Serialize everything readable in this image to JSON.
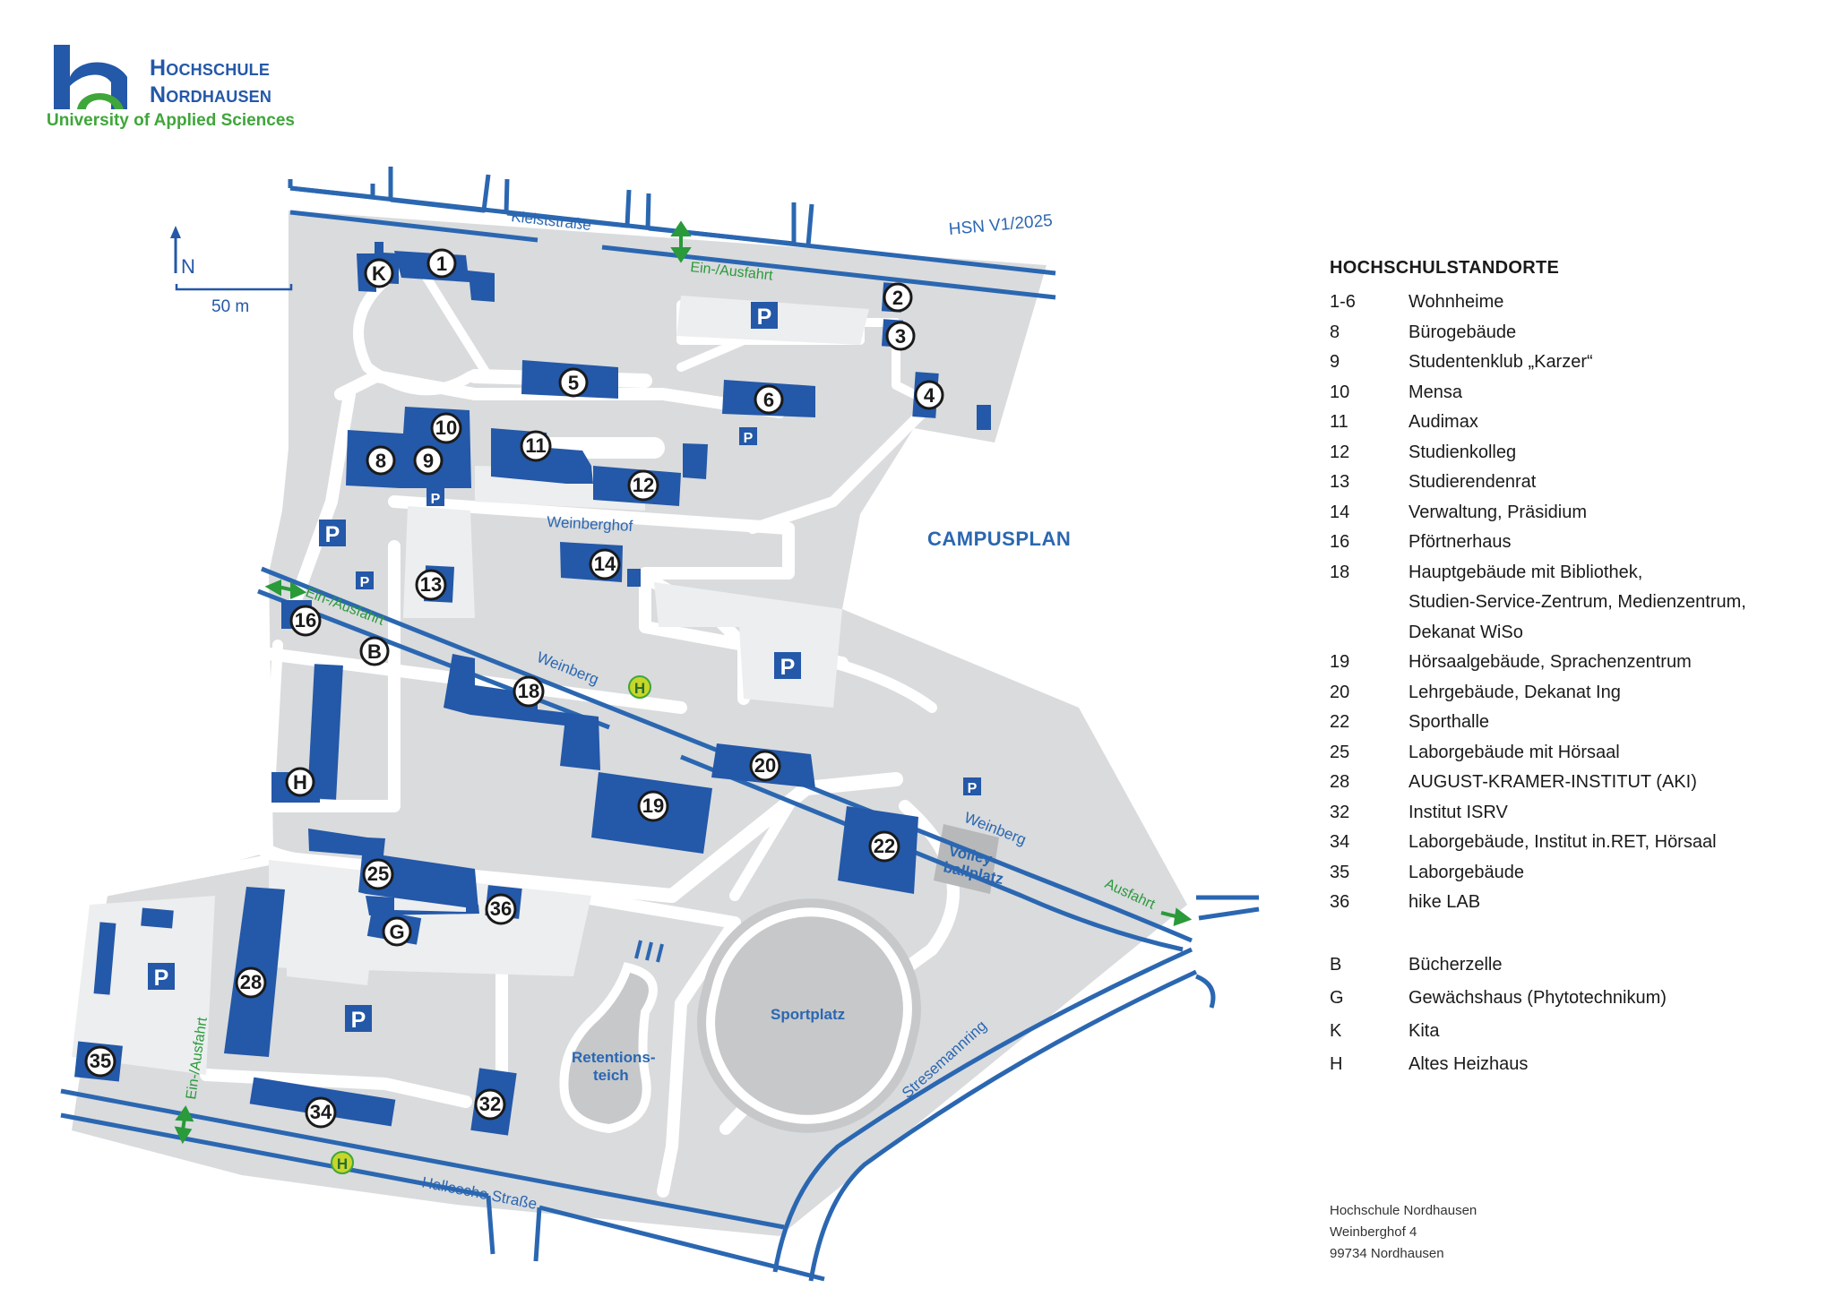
{
  "logo": {
    "line1": "Hochschule",
    "line2": "Nordhausen",
    "line3": "University of Applied Sciences",
    "colors": {
      "blue": "#2458a8",
      "green": "#3fa63a"
    }
  },
  "version": "HSN V1/2025",
  "campus_title": "CAMPUSPLAN",
  "north_label": "N",
  "scale_label": "50 m",
  "streets": {
    "kleiststrasse": "Kleiststraße",
    "weinberghof": "Weinberghof",
    "weinberg": "Weinberg",
    "hallesche": "Hallesche Straße",
    "stresemannring": "Stresemannring"
  },
  "access_labels": {
    "ein_ausfahrt": "Ein-/Ausfahrt",
    "ausfahrt": "Ausfahrt"
  },
  "areas": {
    "volleyball": [
      "Volley-",
      "ballplatz"
    ],
    "sportplatz": "Sportplatz",
    "retention": [
      "Retentions-",
      "teich"
    ]
  },
  "parking_symbol": "P",
  "bus_symbol": "H",
  "buildings": [
    {
      "id": "1"
    },
    {
      "id": "2"
    },
    {
      "id": "3"
    },
    {
      "id": "4"
    },
    {
      "id": "5"
    },
    {
      "id": "6"
    },
    {
      "id": "8"
    },
    {
      "id": "9"
    },
    {
      "id": "10"
    },
    {
      "id": "11"
    },
    {
      "id": "12"
    },
    {
      "id": "13"
    },
    {
      "id": "14"
    },
    {
      "id": "16"
    },
    {
      "id": "18"
    },
    {
      "id": "19"
    },
    {
      "id": "20"
    },
    {
      "id": "22"
    },
    {
      "id": "25"
    },
    {
      "id": "28"
    },
    {
      "id": "32"
    },
    {
      "id": "34"
    },
    {
      "id": "35"
    },
    {
      "id": "36"
    },
    {
      "id": "K"
    },
    {
      "id": "B"
    },
    {
      "id": "G"
    },
    {
      "id": "H"
    }
  ],
  "legend": {
    "title": "HOCHSCHULSTANDORTE",
    "entries": [
      {
        "code": "1-6",
        "label": "Wohnheime"
      },
      {
        "code": "8",
        "label": "Bürogebäude"
      },
      {
        "code": "9",
        "label": "Studentenklub „Karzer“"
      },
      {
        "code": "10",
        "label": "Mensa"
      },
      {
        "code": "11",
        "label": "Audimax"
      },
      {
        "code": "12",
        "label": "Studienkolleg"
      },
      {
        "code": "13",
        "label": "Studierendenrat"
      },
      {
        "code": "14",
        "label": "Verwaltung, Präsidium"
      },
      {
        "code": "16",
        "label": "Pförtnerhaus"
      },
      {
        "code": "18",
        "label": "Hauptgebäude mit Bibliothek,"
      },
      {
        "code": "",
        "label": "Studien-Service-Zentrum, Medienzentrum,"
      },
      {
        "code": "",
        "label": "Dekanat WiSo"
      },
      {
        "code": "19",
        "label": "Hörsaalgebäude, Sprachenzentrum"
      },
      {
        "code": "20",
        "label": "Lehrgebäude, Dekanat Ing"
      },
      {
        "code": "22",
        "label": "Sporthalle"
      },
      {
        "code": "25",
        "label": "Laborgebäude mit Hörsaal"
      },
      {
        "code": "28",
        "label": "AUGUST-KRAMER-INSTITUT (AKI)"
      },
      {
        "code": "32",
        "label": "Institut ISRV"
      },
      {
        "code": "34",
        "label": "Laborgebäude, Institut in.RET, Hörsaal"
      },
      {
        "code": "35",
        "label": "Laborgebäude"
      },
      {
        "code": "36",
        "label": "hike LAB"
      }
    ],
    "letters": [
      {
        "code": "B",
        "label": "Bücherzelle"
      },
      {
        "code": "G",
        "label": "Gewächshaus (Phytotechnikum)"
      },
      {
        "code": "K",
        "label": "Kita"
      },
      {
        "code": "H",
        "label": "Altes Heizhaus"
      }
    ]
  },
  "address": {
    "line1": "Hochschule Nordhausen",
    "line2": "Weinberghof 4",
    "line3": "99734 Nordhausen"
  },
  "colors": {
    "building": "#2458a8",
    "campus_ground": "#d9dbdd",
    "street": "#2b67b1",
    "access_arrow": "#2a9a3a",
    "bus_stop": "#c7d62a"
  }
}
